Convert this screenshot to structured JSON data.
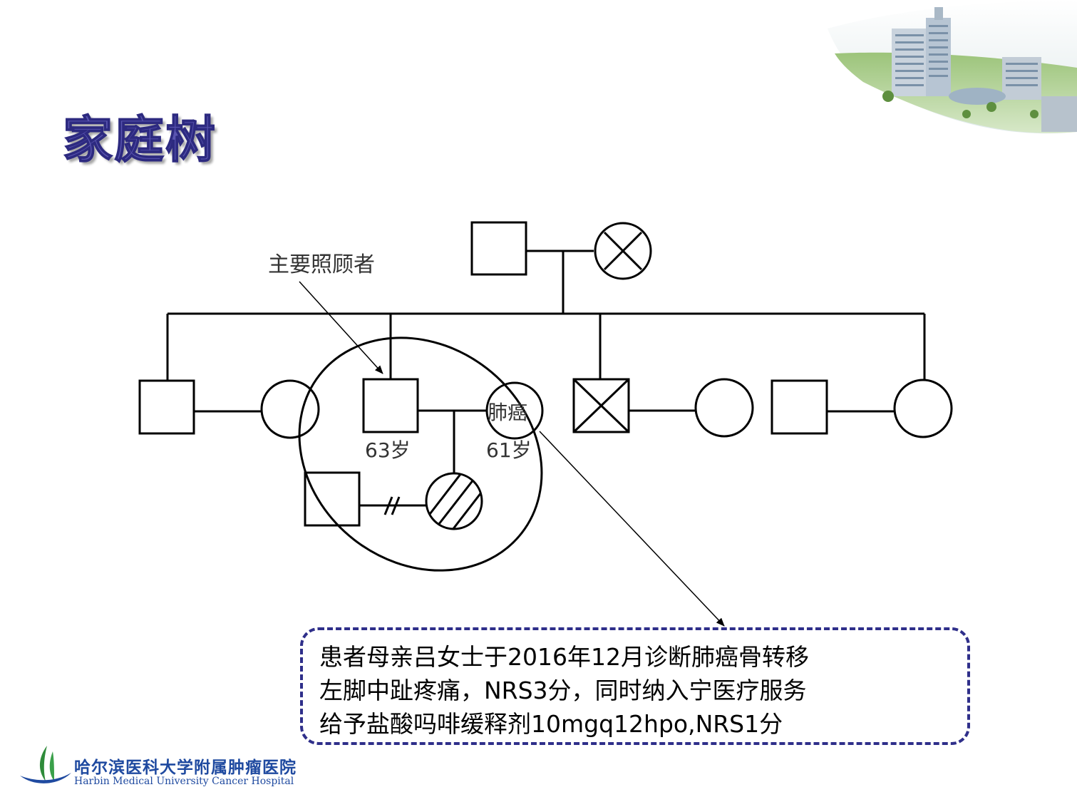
{
  "slide": {
    "title": "家庭树",
    "colors": {
      "title": "#5a55b0",
      "note_border": "#2f2f8a",
      "footer": "#1f4aa0"
    }
  },
  "pedigree": {
    "caregiver_label": "主要照顾者",
    "patient_mother_label": "肺癌",
    "father_age": "63岁",
    "mother_age": "61岁"
  },
  "note": {
    "lines": [
      "患者母亲吕女士于2016年12月诊断肺癌骨转移",
      "左脚中趾疼痛，NRS3分，同时纳入宁医疗服务",
      "给予盐酸吗啡缓释剂10mgq12hpo,NRS1分"
    ]
  },
  "footer": {
    "hospital_name": "哈尔滨医科大学附属肿瘤医院",
    "hospital_name_en": "Harbin Medical University Cancer Hospital",
    "logo_icon": "leaf-logo-icon"
  },
  "decoration": {
    "header_image": "hospital-building-icon"
  }
}
